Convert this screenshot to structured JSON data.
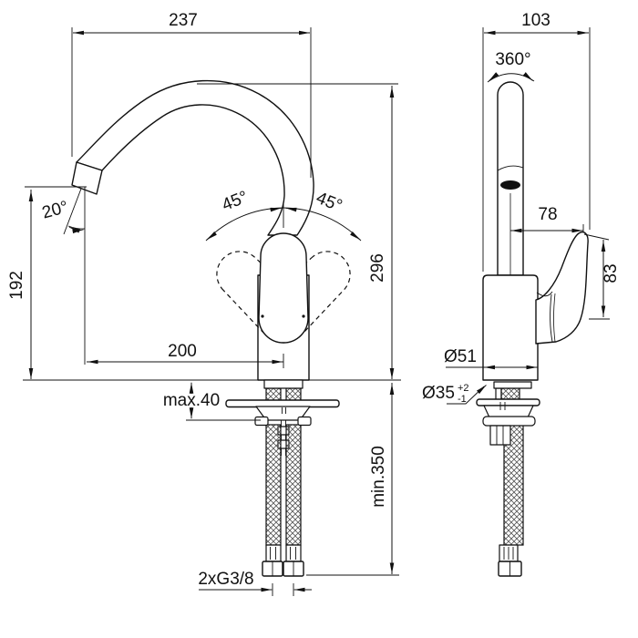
{
  "drawing": {
    "subject": "single-lever high-arc kitchen faucet technical dimension drawing, front and side views",
    "units": "mm",
    "front_view": {
      "spout_width": "237",
      "tilt_angle": "20°",
      "height_to_outlet": "192",
      "spout_reach": "200",
      "total_height": "296",
      "swivel_left": "45°",
      "swivel_right": "45°",
      "max_deck_thickness": "max.40",
      "min_hose_length": "min.350",
      "hose_thread": "2xG3/8"
    },
    "side_view": {
      "depth": "103",
      "spout_rotation": "360°",
      "handle_offset": "78",
      "handle_height": "83",
      "body_diameter": "Ø51",
      "hole_diameter": "Ø35",
      "hole_tol_plus": "+2",
      "hole_tol_minus": "-1"
    }
  }
}
